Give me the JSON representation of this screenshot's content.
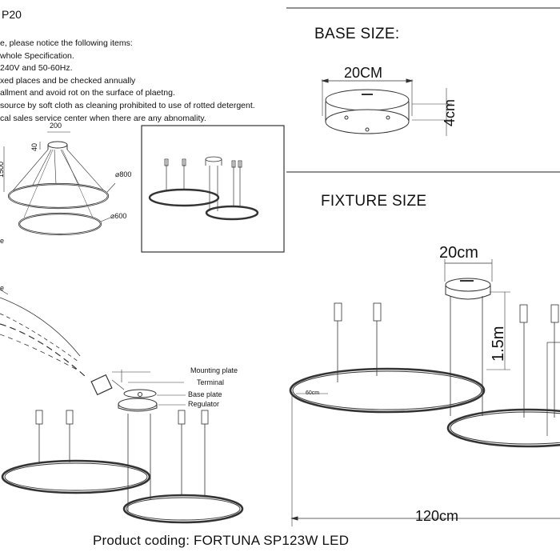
{
  "header": {
    "model_fragment": "P20"
  },
  "notes": [
    "e, please notice the following items:",
    "whole Specification.",
    "240V and 50-60Hz.",
    "xed places and be checked annually",
    "allment and avoid rot on the surface of plaetng.",
    "source by soft cloth as cleaning prohibited to use of rotted detergent.",
    "cal sales service center when there are any abnomality."
  ],
  "overview": {
    "dim_top": "200",
    "dim_canopy": "40",
    "dim_height": "1500",
    "dim_ring_large": "⌀800",
    "dim_ring_small": "⌀600",
    "left_letter": "e"
  },
  "base": {
    "title": "BASE SIZE:",
    "width": "20CM",
    "height": "4cm"
  },
  "fixture": {
    "title": "FIXTURE SIZE",
    "canopy_width": "20cm",
    "drop": "1.5m",
    "small_ring": "60cm",
    "total_width": "120cm"
  },
  "install": {
    "left_letter": "e",
    "mounting_plate": "Mounting plate",
    "terminal": "Terminal",
    "base_plate": "Base plate",
    "regulator": "Regulator"
  },
  "footer": {
    "product_coding": "Product coding: FORTUNA SP123W LED"
  }
}
